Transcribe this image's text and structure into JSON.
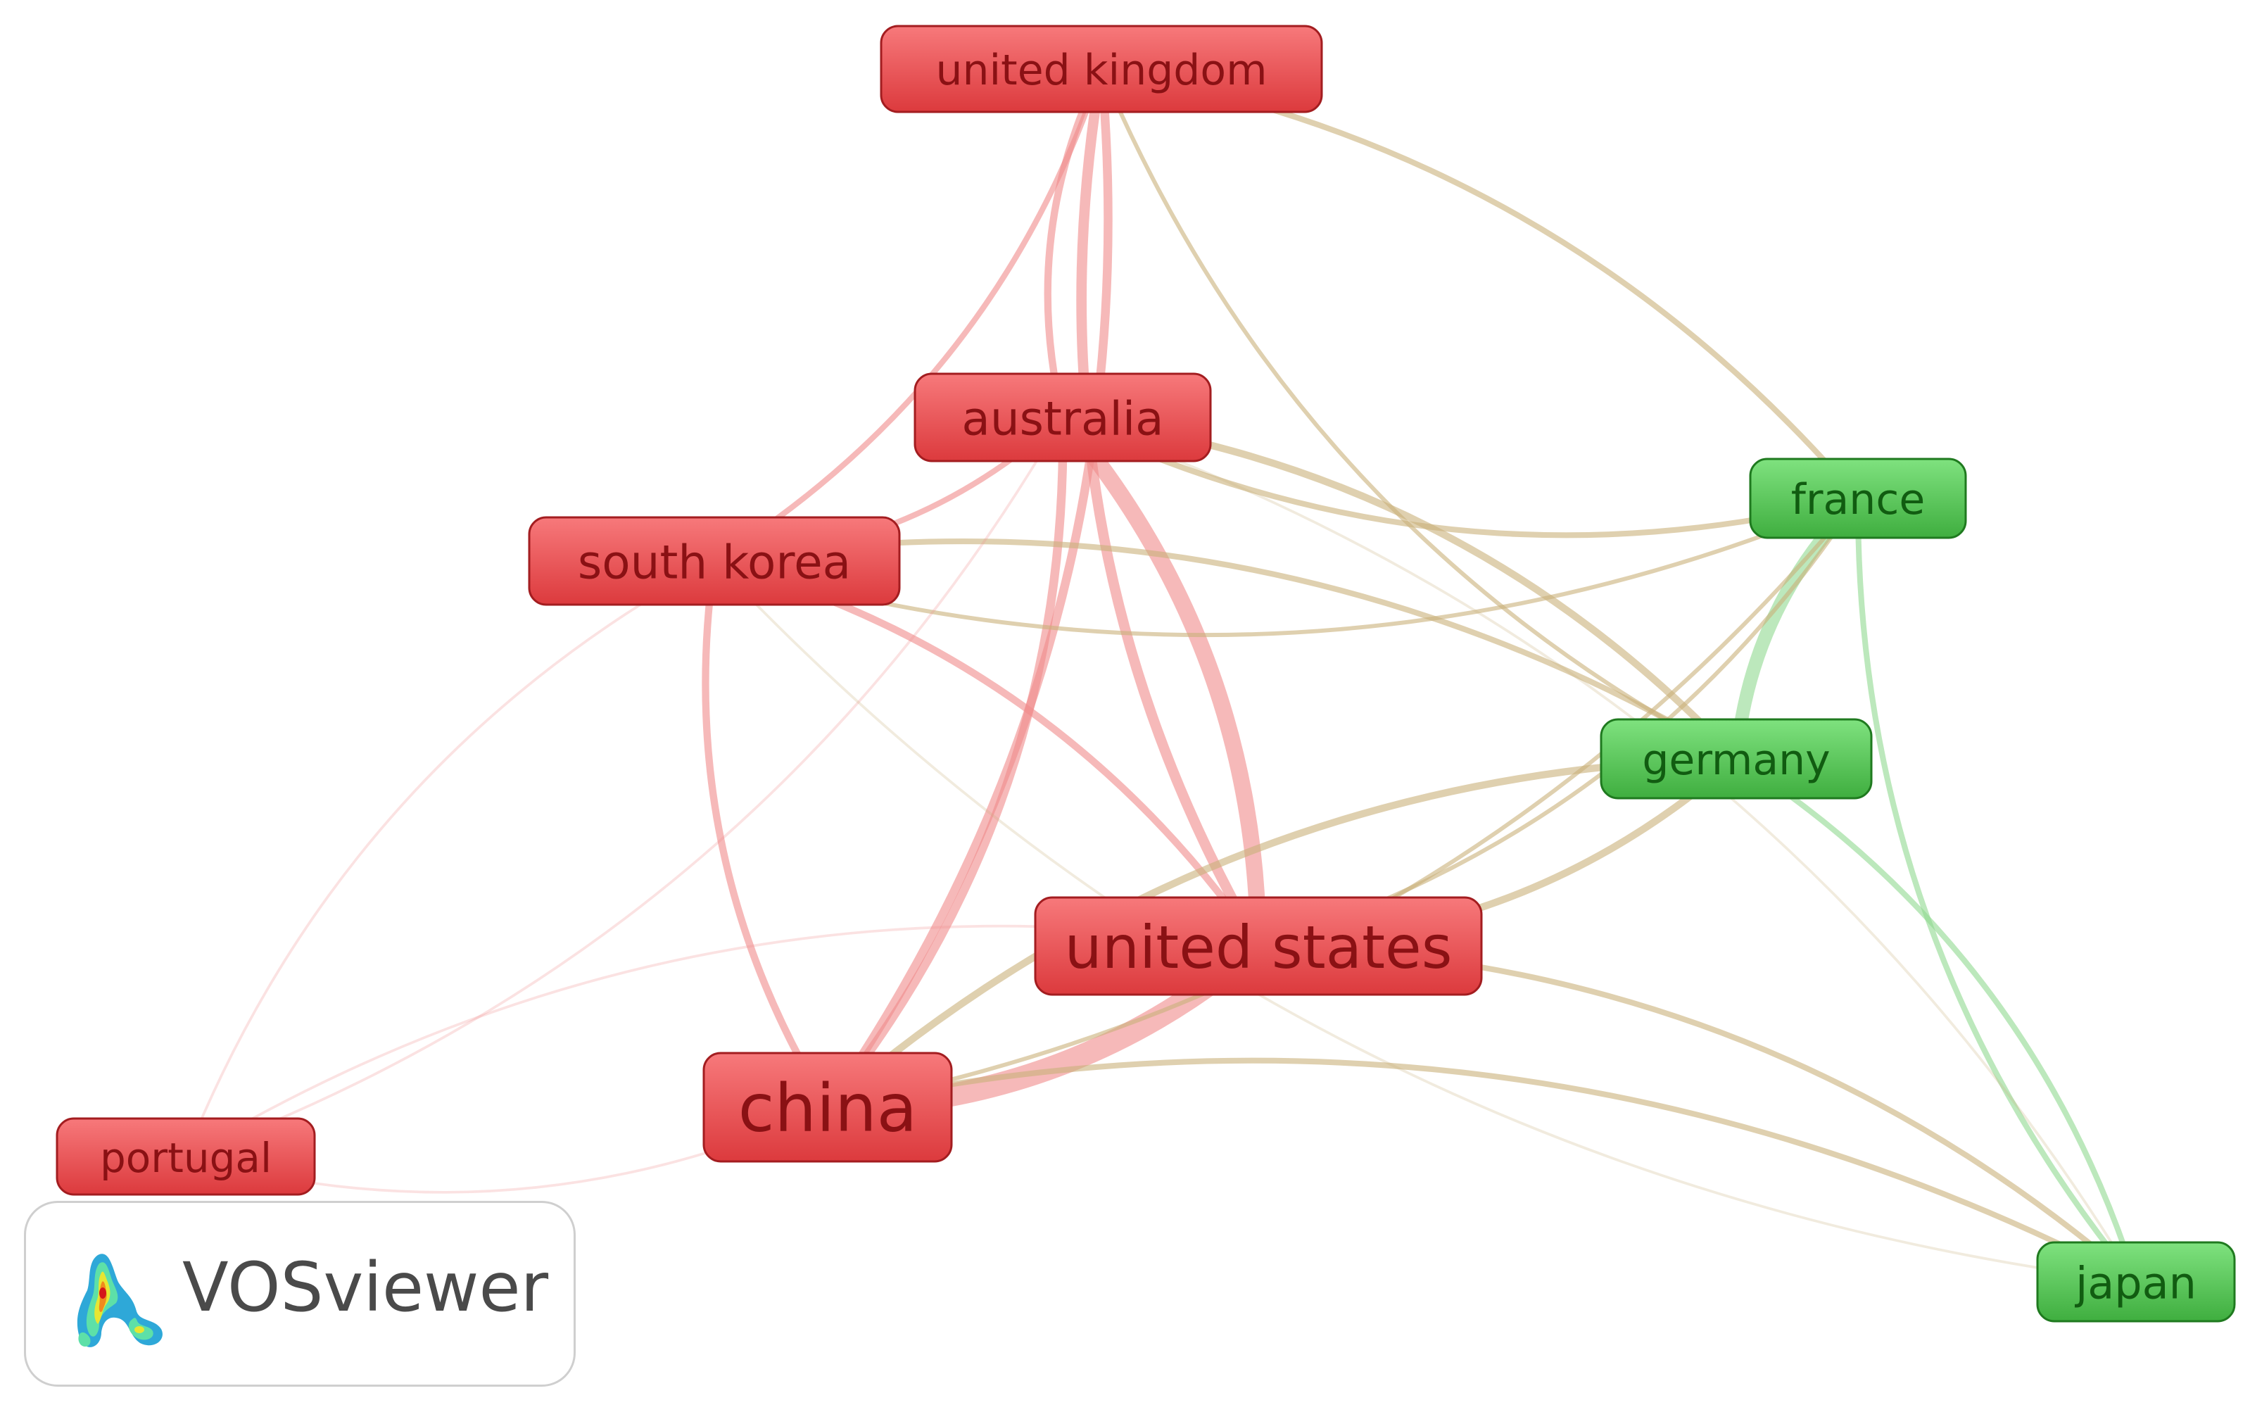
{
  "colors": {
    "cluster_1": "#e8474a",
    "cluster_1_text": "#8a1114",
    "cluster_2": "#46c046",
    "cluster_2_text": "#115c11"
  },
  "nodes": [
    {
      "id": "united-kingdom",
      "label": "united kingdom",
      "cluster": 1
    },
    {
      "id": "australia",
      "label": "australia",
      "cluster": 1
    },
    {
      "id": "south-korea",
      "label": "south korea",
      "cluster": 1
    },
    {
      "id": "united-states",
      "label": "united states",
      "cluster": 1
    },
    {
      "id": "china",
      "label": "china",
      "cluster": 1
    },
    {
      "id": "portugal",
      "label": "portugal",
      "cluster": 1
    },
    {
      "id": "france",
      "label": "france",
      "cluster": 2
    },
    {
      "id": "germany",
      "label": "germany",
      "cluster": 2
    },
    {
      "id": "japan",
      "label": "japan",
      "cluster": 2
    }
  ],
  "links": [
    {
      "source": "china",
      "target": "united-states",
      "strength": 14
    },
    {
      "source": "australia",
      "target": "united-states",
      "strength": 10
    },
    {
      "source": "united-kingdom",
      "target": "united-states",
      "strength": 6
    },
    {
      "source": "united-kingdom",
      "target": "china",
      "strength": 5
    },
    {
      "source": "united-kingdom",
      "target": "australia",
      "strength": 4
    },
    {
      "source": "australia",
      "target": "china",
      "strength": 5
    },
    {
      "source": "south-korea",
      "target": "china",
      "strength": 4
    },
    {
      "source": "south-korea",
      "target": "united-states",
      "strength": 4
    },
    {
      "source": "south-korea",
      "target": "australia",
      "strength": 3
    },
    {
      "source": "united-kingdom",
      "target": "south-korea",
      "strength": 3
    },
    {
      "source": "france",
      "target": "germany",
      "strength": 8
    },
    {
      "source": "germany",
      "target": "japan",
      "strength": 3
    },
    {
      "source": "france",
      "target": "japan",
      "strength": 3
    },
    {
      "source": "united-kingdom",
      "target": "france",
      "strength": 3
    },
    {
      "source": "united-kingdom",
      "target": "germany",
      "strength": 2
    },
    {
      "source": "australia",
      "target": "germany",
      "strength": 4
    },
    {
      "source": "australia",
      "target": "france",
      "strength": 3
    },
    {
      "source": "south-korea",
      "target": "germany",
      "strength": 3
    },
    {
      "source": "south-korea",
      "target": "france",
      "strength": 2
    },
    {
      "source": "china",
      "target": "germany",
      "strength": 4
    },
    {
      "source": "china",
      "target": "france",
      "strength": 2
    },
    {
      "source": "china",
      "target": "japan",
      "strength": 3
    },
    {
      "source": "united-states",
      "target": "germany",
      "strength": 4
    },
    {
      "source": "united-states",
      "target": "japan",
      "strength": 3
    },
    {
      "source": "united-states",
      "target": "france",
      "strength": 2
    },
    {
      "source": "portugal",
      "target": "south-korea",
      "strength": 1
    },
    {
      "source": "portugal",
      "target": "australia",
      "strength": 1
    },
    {
      "source": "portugal",
      "target": "united-states",
      "strength": 1
    },
    {
      "source": "portugal",
      "target": "china",
      "strength": 1
    },
    {
      "source": "australia",
      "target": "japan",
      "strength": 1
    },
    {
      "source": "south-korea",
      "target": "japan",
      "strength": 1
    }
  ],
  "logo": {
    "text": "VOSviewer",
    "icon": "vosviewer-density-icon"
  }
}
